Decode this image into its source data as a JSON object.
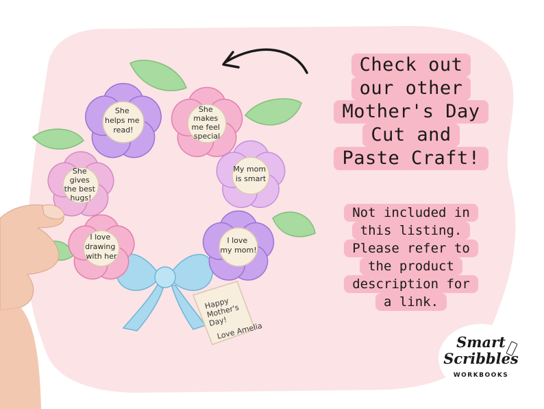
{
  "flowers": [
    {
      "lines": [
        "She",
        "helps me",
        "read!"
      ],
      "petal": "#c9a3ee",
      "petal_dark": "#9a73d2"
    },
    {
      "lines": [
        "She",
        "makes",
        "me feel",
        "special"
      ],
      "petal": "#f6b3cf",
      "petal_dark": "#e27fa9"
    },
    {
      "lines": [
        "She",
        "gives",
        "the best",
        "hugs!"
      ],
      "petal": "#f0b7de",
      "petal_dark": "#d38ac0"
    },
    {
      "lines": [
        "My mom",
        "is smart"
      ],
      "petal": "#e7bdf0",
      "petal_dark": "#c48fd8"
    },
    {
      "lines": [
        "I love",
        "drawing",
        "with her"
      ],
      "petal": "#f6b3cf",
      "petal_dark": "#e27fa9"
    },
    {
      "lines": [
        "I love",
        "my mom!"
      ],
      "petal": "#c9a3ee",
      "petal_dark": "#9a73d2"
    }
  ],
  "tag": {
    "lines": [
      "Happy",
      "Mother's",
      "Day!"
    ],
    "signature": "Love Amelia"
  },
  "headline": {
    "lines": [
      "Check out",
      "our other",
      "Mother's Day",
      "Cut and",
      "Paste Craft!"
    ]
  },
  "note": {
    "lines": [
      "Not included in",
      "this listing.",
      "Please refer to",
      "the product",
      "description for",
      "a link."
    ]
  },
  "logo": {
    "line1": "Smart",
    "line2": "Scribbles",
    "line3": "WORKBOOKS"
  },
  "colors": {
    "background_blob": "#fbe3e6",
    "callout_pink": "#f8b9c6",
    "leaf_green": "#a8dba0",
    "bow_blue": "#a9d9ef",
    "flower_center": "#f7eede"
  },
  "icons": [
    "curved-arrow-icon",
    "hand-icon",
    "pencil-icon"
  ]
}
